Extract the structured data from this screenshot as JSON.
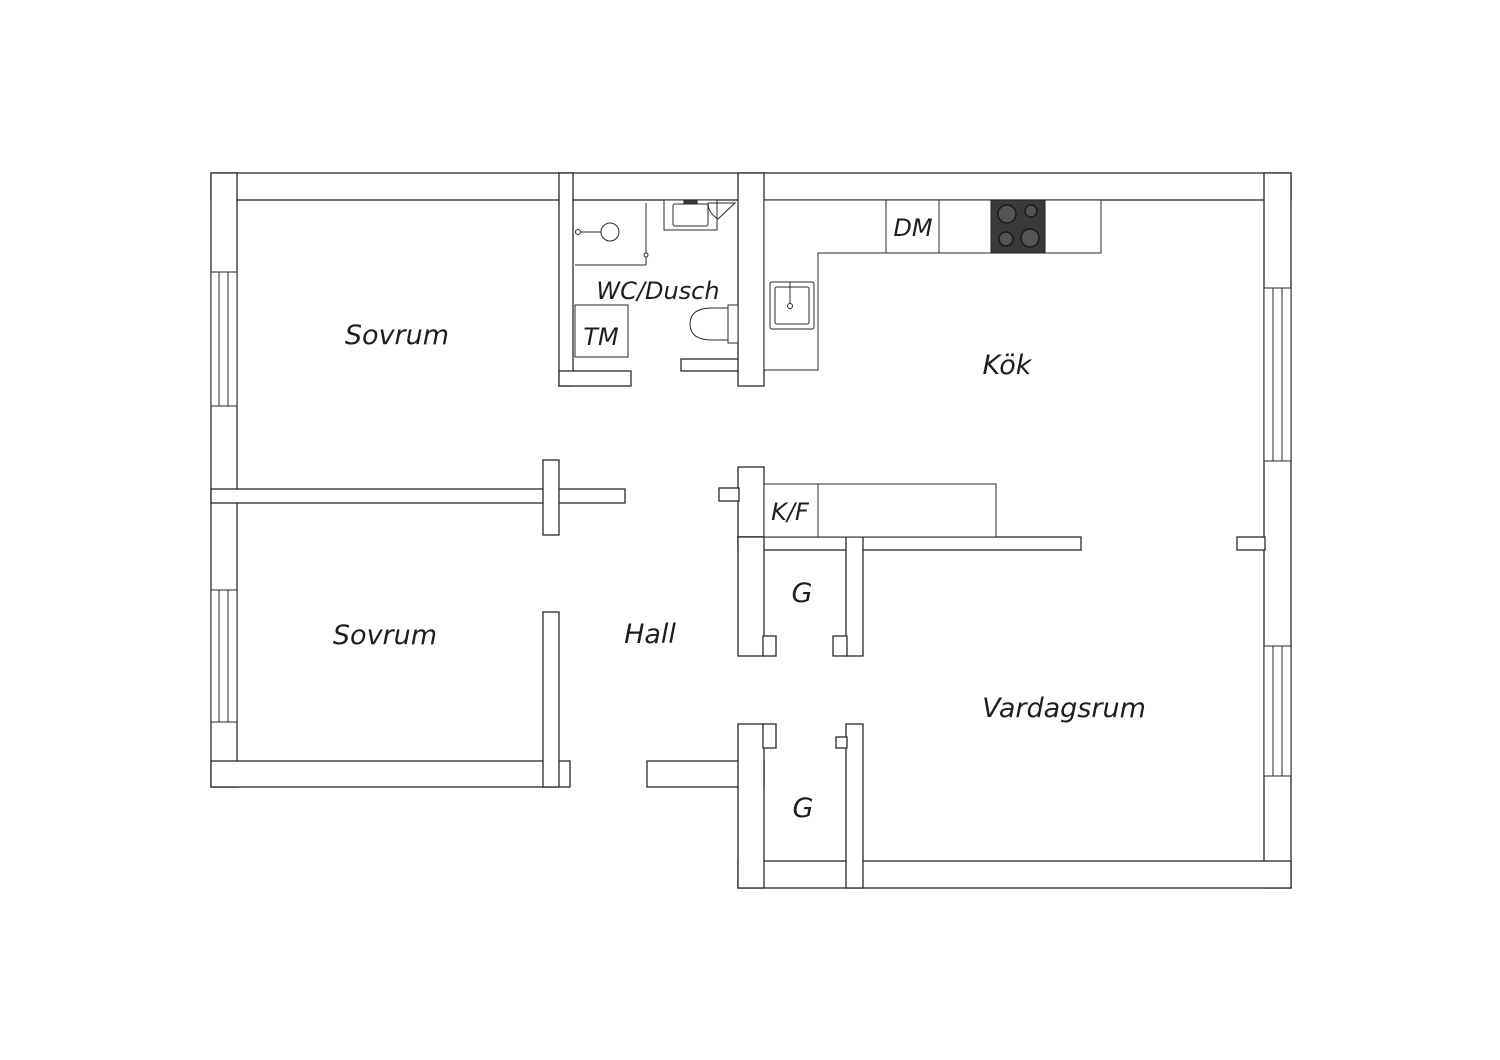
{
  "rooms": {
    "bedroom_1": "Sovrum",
    "bedroom_2": "Sovrum",
    "bathroom": "WC/Dusch",
    "kitchen": "Kök",
    "hall": "Hall",
    "living_room": "Vardagsrum",
    "closet_1": "G",
    "closet_2": "G"
  },
  "fixtures": {
    "dishwasher": "DM",
    "fridge_freezer": "K/F",
    "washing_machine": "TM"
  },
  "colors": {
    "walls": "#2a2a2a",
    "stove_top": "#3a3a3a",
    "background": "#ffffff"
  }
}
